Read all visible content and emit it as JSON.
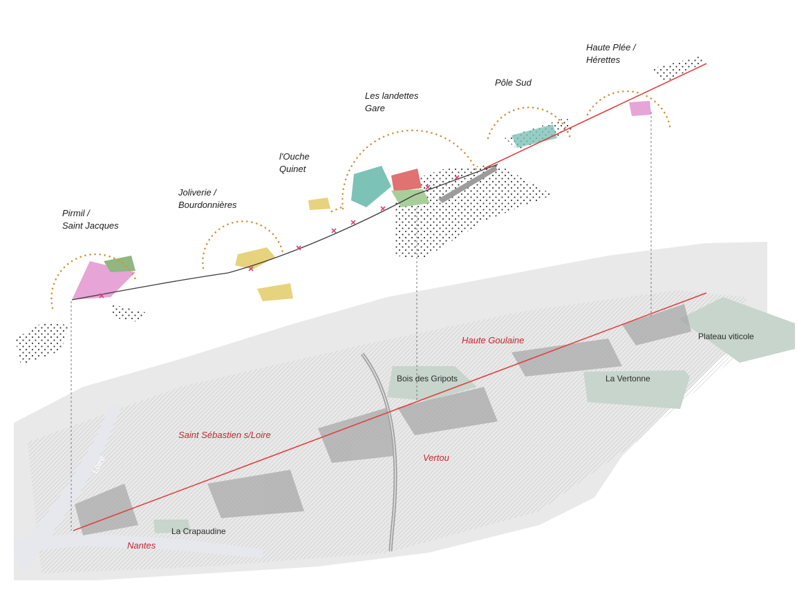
{
  "colors": {
    "tram_line": "#e0403f",
    "upper_line": "#3a3a3a",
    "arc_dots": "#d1913c",
    "green_zone": "#c7d5cc",
    "urban_fill": "#e9e9e9",
    "river": "#e6e8ee",
    "dotted_pattern": "#3a3a3a",
    "town_text": "#c0272d"
  },
  "areas": [
    {
      "id": "pirmil",
      "line1": "Pirmil /",
      "line2": "Saint Jacques"
    },
    {
      "id": "joliverie",
      "line1": "Joliverie /",
      "line2": "Bourdonnières"
    },
    {
      "id": "ouche",
      "line1": "l'Ouche",
      "line2": "Quinet"
    },
    {
      "id": "landettes",
      "line1": "Les landettes",
      "line2": "Gare"
    },
    {
      "id": "pole-sud",
      "line1": "Pôle Sud",
      "line2": ""
    },
    {
      "id": "haute-plee",
      "line1": "Haute Plée /",
      "line2": "Hérettes"
    }
  ],
  "towns": {
    "haute_goulaine": "Haute Goulaine",
    "saint_sebastien": "Saint Sébastien s/Loire",
    "vertou": "Vertou",
    "nantes": "Nantes"
  },
  "zones": {
    "plateau_viticole": "Plateau viticole",
    "la_vertonne": "La Vertonne",
    "bois_des_gripots": "Bois des Gripots",
    "la_crapaudine": "La Crapaudine"
  },
  "river": "Loire"
}
